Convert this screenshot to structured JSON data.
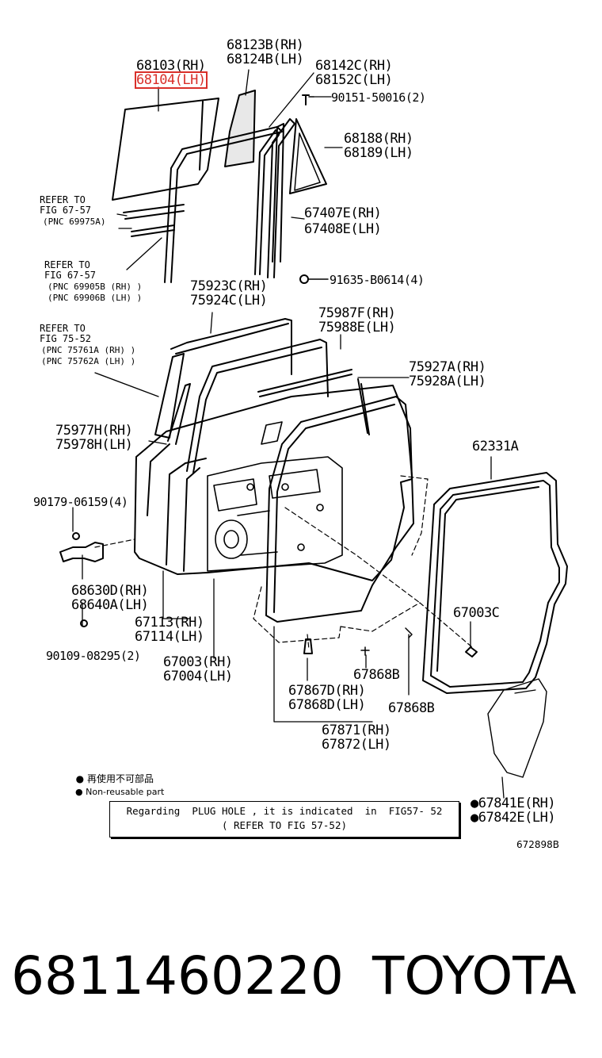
{
  "callouts": {
    "glass_rh": "68103(RH)",
    "glass_lh": "68104(LH)",
    "rear_glass_rh": "68123B(RH)",
    "rear_glass_lh": "68124B(LH)",
    "channel_rh": "68142C(RH)",
    "channel_lh": "68152C(LH)",
    "screw": "90151-50016(2)",
    "quarter_rh": "68188(RH)",
    "quarter_lh": "68189(LH)",
    "frame_rh": "67407E(RH)",
    "frame_lh": "67408E(LH)",
    "bolt": "91635-B0614(4)",
    "mold_upper_rh": "75923C(RH)",
    "mold_upper_lh": "75924C(LH)",
    "mold_f_rh": "75987F(RH)",
    "mold_e_lh": "75988E(LH)",
    "mold_outer_rh": "75927A(RH)",
    "mold_outer_lh": "75928A(LH)",
    "mold_side_rh": "75977H(RH)",
    "mold_side_lh": "75978H(LH)",
    "weatherstrip": "62331A",
    "nut": "90179-06159(4)",
    "hinge_rh": "68630D(RH)",
    "hinge_lh": "68640A(LH)",
    "door_panel_rh": "67113(RH)",
    "door_panel_lh": "67114(LH)",
    "door_assy_rh": "67003(RH)",
    "door_assy_lh": "67004(LH)",
    "hinge_bolt": "90109-08295(2)",
    "seal_c": "67003C",
    "clip_d_rh": "67867D(RH)",
    "clip_d_lh": "67868D(LH)",
    "clip_b1": "67868B",
    "clip_b2": "67868B",
    "weather_assy_rh": "67871(RH)",
    "weather_assy_lh": "67872(LH)",
    "cover_rh": "●67841E(RH)",
    "cover_lh": "●67842E(LH)"
  },
  "refs": {
    "ref1_line1": "REFER TO",
    "ref1_line2": "FIG 67-57",
    "ref1_pnc": "(PNC 69975A)",
    "ref2_line1": "REFER TO",
    "ref2_line2": "FIG 67-57",
    "ref2_pnc1": "(PNC 69905B (RH) )",
    "ref2_pnc2": "(PNC 69906B (LH) )",
    "ref3_line1": "REFER TO",
    "ref3_line2": "FIG 75-52",
    "ref3_pnc1": "(PNC 75761A (RH) )",
    "ref3_pnc2": "(PNC 75762A (LH) )"
  },
  "legend": {
    "reuse": "再使用不可部品",
    "nonreuse": "Non-reusable part"
  },
  "note": {
    "line1": "Regarding  PLUG HOLE , it is indicated  in  FIG57- 52",
    "line2": "( REFER TO FIG 57-52)"
  },
  "diagram_code": "672898B",
  "footer": {
    "part_number": "6811460220",
    "brand": "TOYOTA"
  },
  "colors": {
    "highlight": "#d9302a"
  }
}
